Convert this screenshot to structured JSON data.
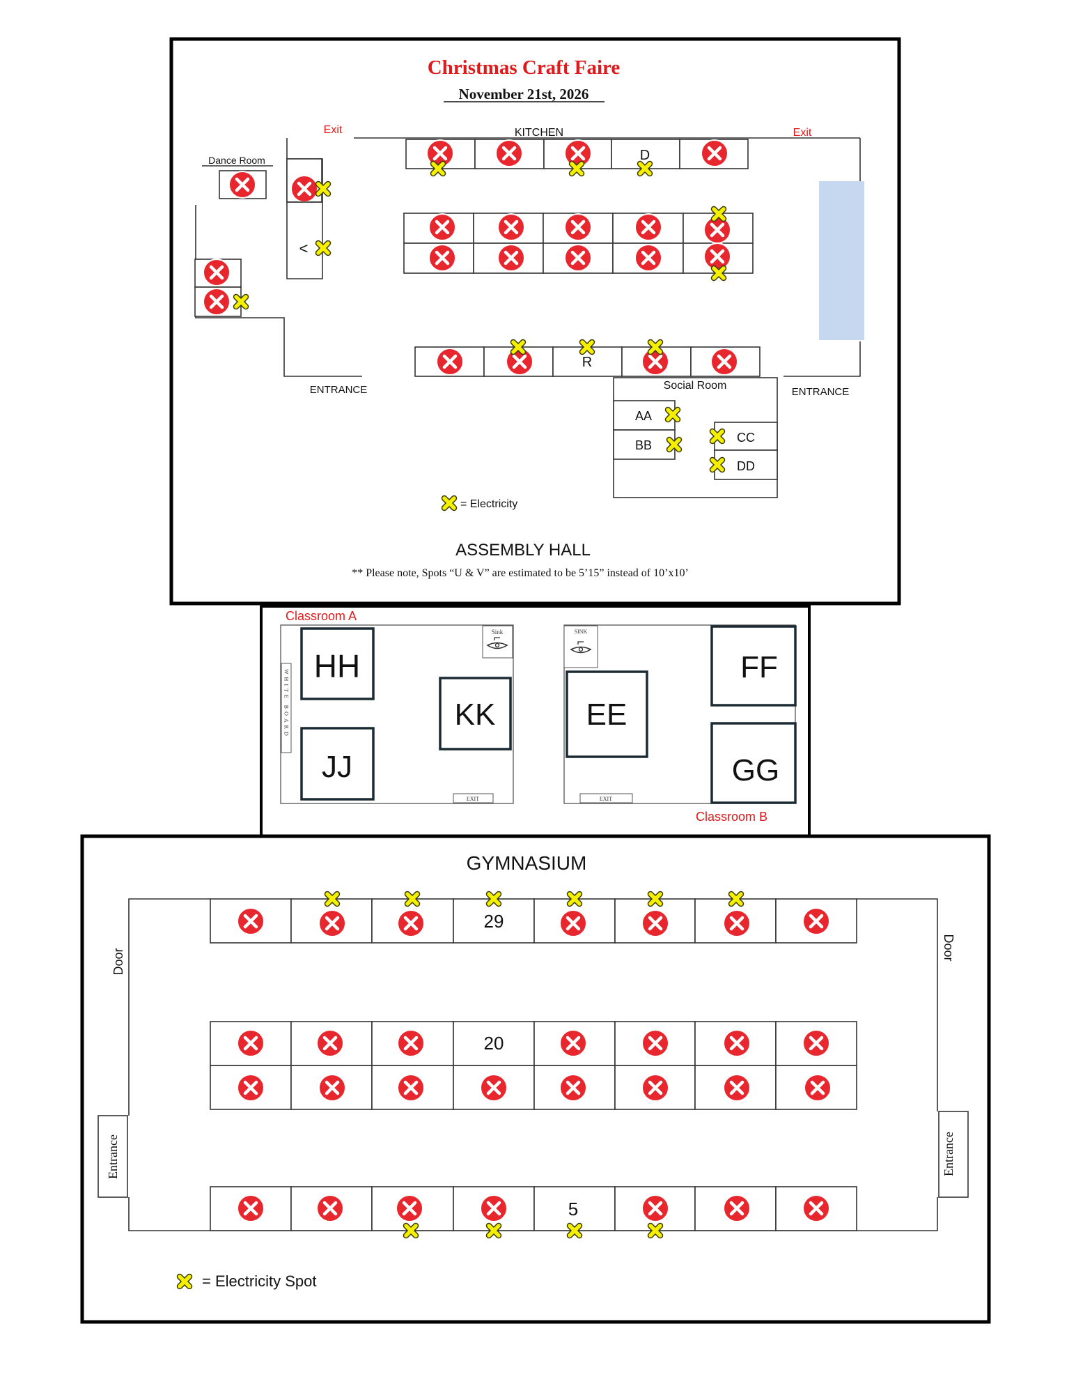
{
  "colors": {
    "title_red": "#e01a1a",
    "taken_red": "#e8262e",
    "electric_yellow": "#f4f000",
    "blue_zone": "#c6d8ef",
    "frame": "#000000",
    "booth_border": "#1b2a33",
    "label_red": "#e01a1a"
  },
  "icons": {
    "taken": "circle-x-icon",
    "electricity": "yellow-x-icon",
    "sink": "sink-icon"
  },
  "assembly": {
    "title": "Christmas Craft Faire",
    "date": "November 21st, 2026",
    "kitchen": "KITCHEN",
    "exit_left": "Exit",
    "exit_right": "Exit",
    "dance_room": "Dance Room",
    "entrance_left": "ENTRANCE",
    "entrance_right": "ENTRANCE",
    "social_room": "Social Room",
    "legend": "= Electricity",
    "hall_name": "ASSEMBLY HALL",
    "note": "** Please note, Spots “U & V” are estimated to be 5’15” instead of 10’x10’",
    "spots": {
      "D": "D",
      "R": "R",
      "V": "<",
      "AA": "AA",
      "BB": "BB",
      "CC": "CC",
      "DD": "DD"
    }
  },
  "classrooms": {
    "a_label": "Classroom A",
    "b_label": "Classroom B",
    "sink": "Sink",
    "sink_b": "SINK",
    "exit": "EXIT",
    "whiteboard": "WHITE BOARD",
    "spots": {
      "HH": "HH",
      "JJ": "JJ",
      "KK": "KK",
      "EE": "EE",
      "FF": "FF",
      "GG": "GG"
    }
  },
  "gym": {
    "title": "GYMNASIUM",
    "door_left": "Door",
    "door_right": "Door",
    "entrance_left": "Entrance",
    "entrance_right": "Entrance",
    "legend": "= Electricity Spot",
    "spots": {
      "top": "29",
      "mid": "20",
      "bottom": "5"
    }
  }
}
